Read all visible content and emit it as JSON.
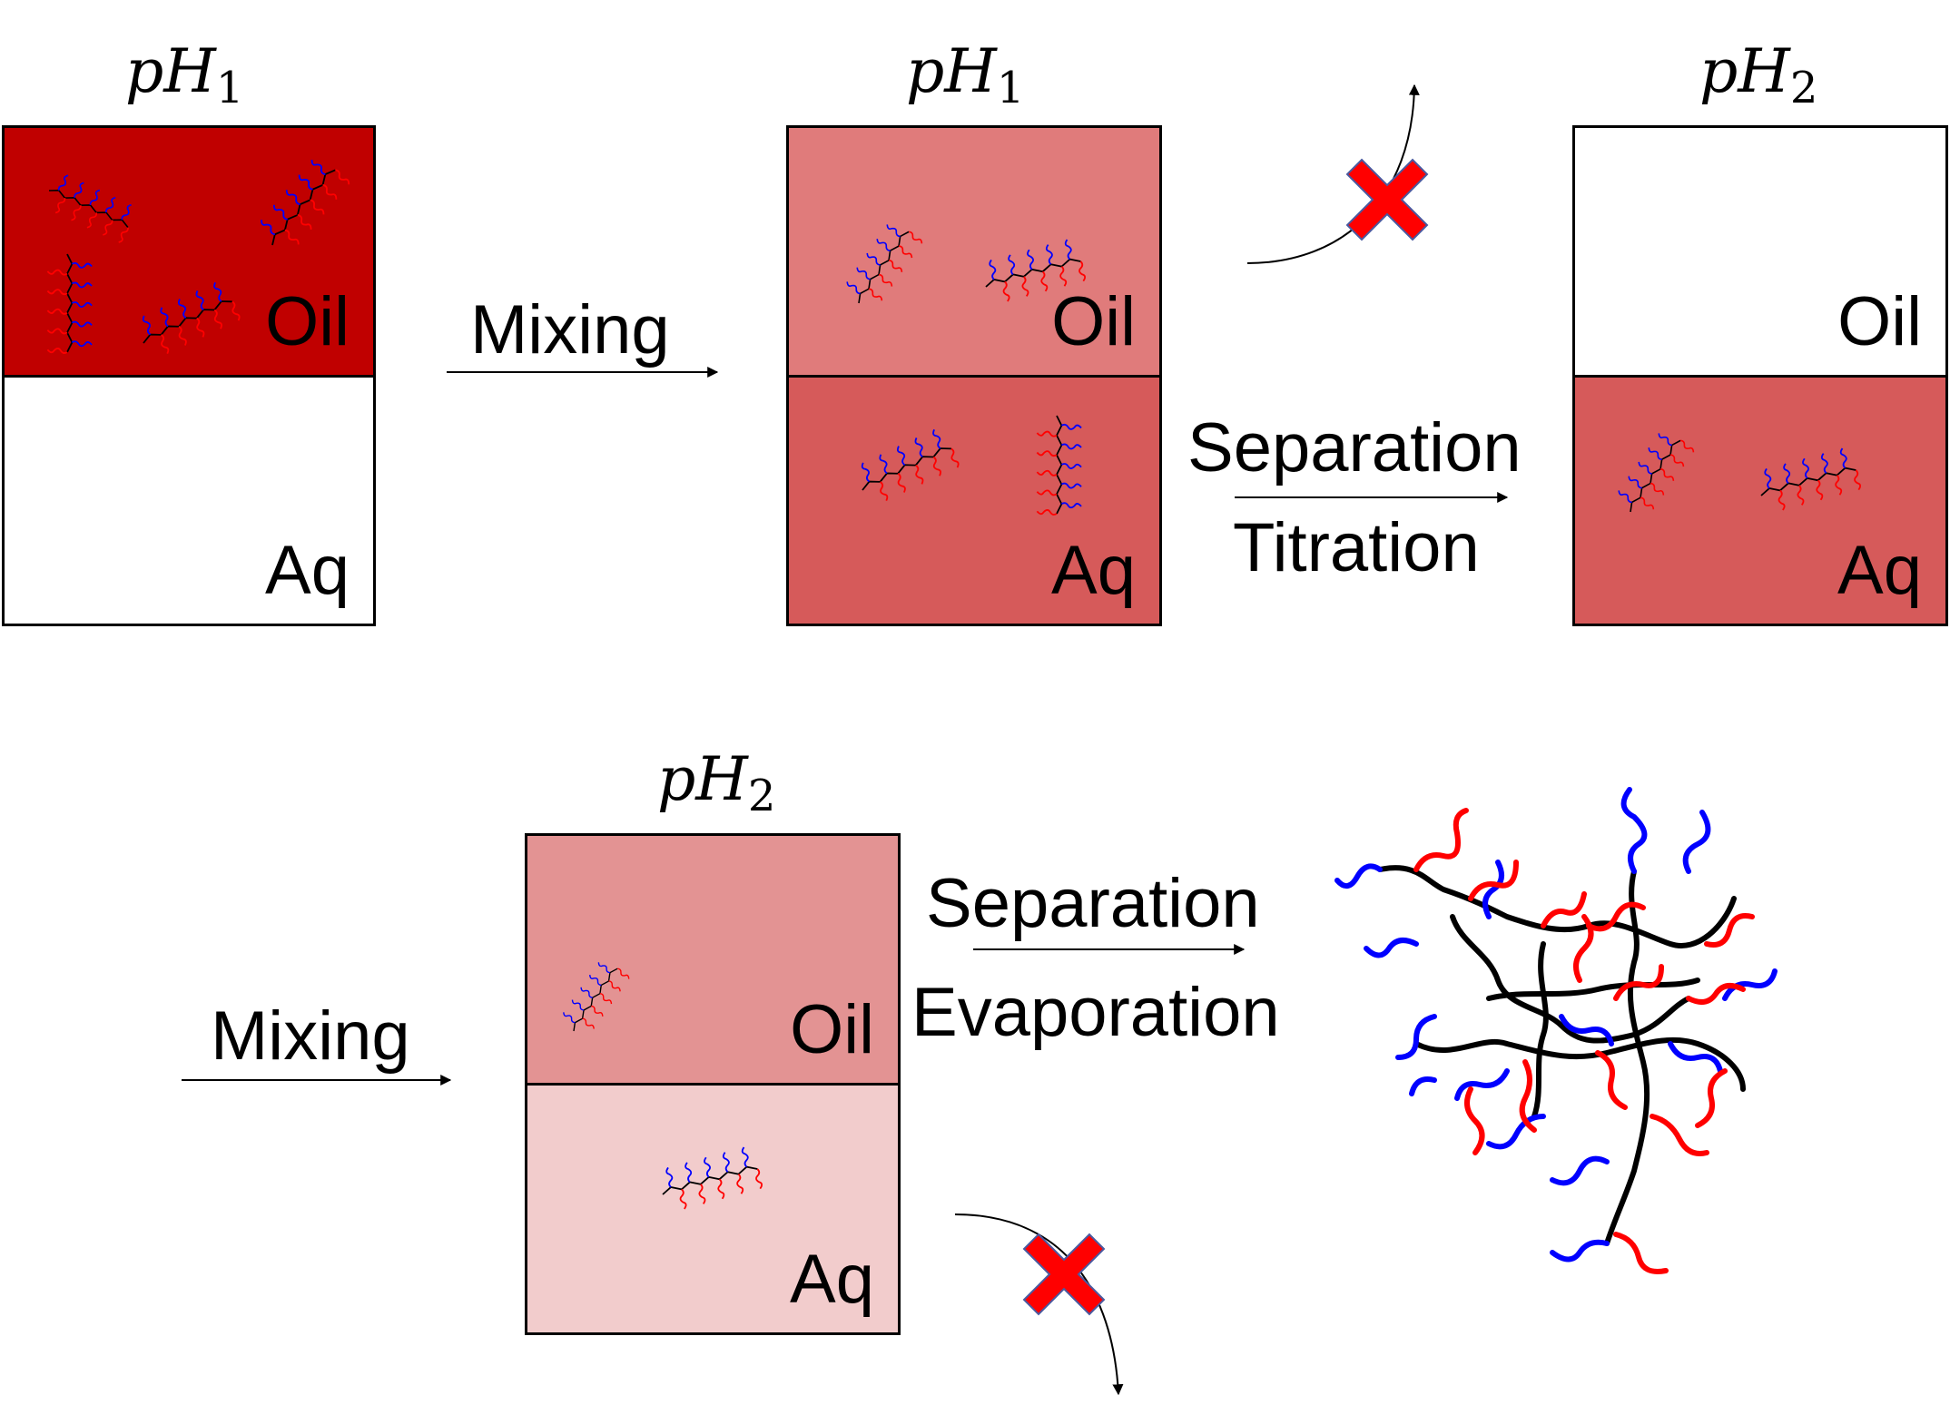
{
  "labels": {
    "ph1": "pH",
    "ph1_sub": "1",
    "ph2": "pH",
    "ph2_sub": "2",
    "oil": "Oil",
    "aq": "Aq"
  },
  "steps": {
    "mixing_1": "Mixing",
    "mixing_2": "Mixing",
    "separation_1": "Separation",
    "titration": "Titration",
    "separation_2": "Separation",
    "evaporation": "Evaporation"
  },
  "colors": {
    "oil_initial": "#c00000",
    "mixed_oil": "#e07b7b",
    "mixed_aq": "#d65a5a",
    "final_aq": "#d65a5a",
    "second_oil": "#e39393",
    "second_aq": "#f2cccc",
    "cross": "#ff0000",
    "chain_blue": "#0000ff",
    "chain_red": "#ff0000"
  },
  "icons": {
    "reject": "cross-icon",
    "arrow": "arrow-right-icon"
  }
}
